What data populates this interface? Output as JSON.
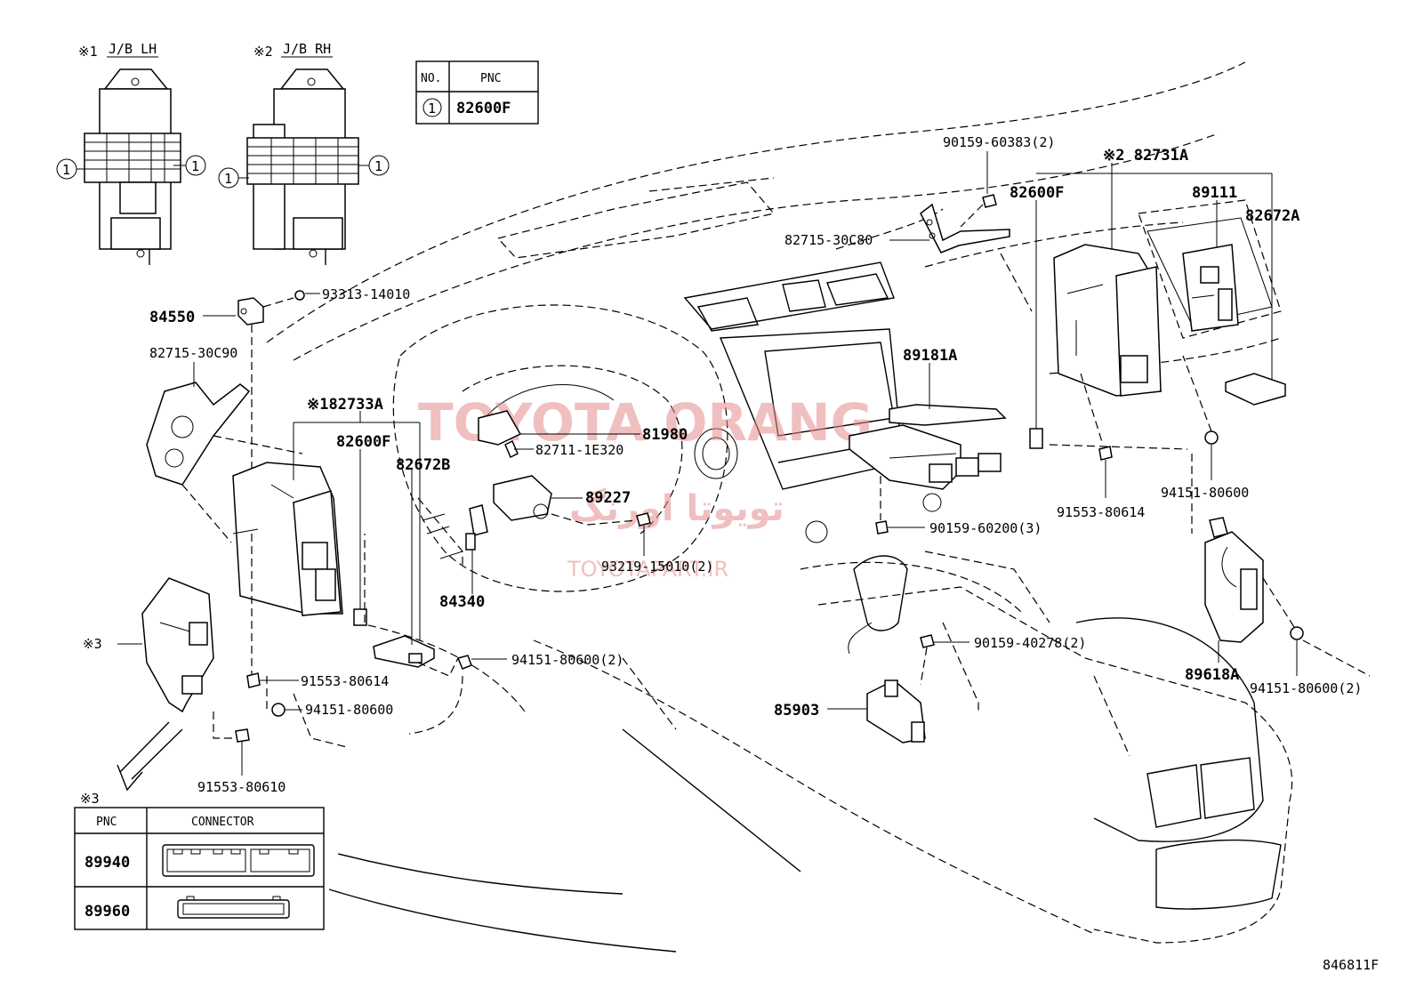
{
  "jb_left": {
    "mark": "※1",
    "title": "J/B LH",
    "callout_left": "1",
    "callout_right": "1"
  },
  "jb_right": {
    "mark": "※2",
    "title": "J/B RH",
    "callout_left": "1",
    "callout_right": "1"
  },
  "legend_table": {
    "col_no": "NO.",
    "col_pnc": "PNC",
    "row_no": "1",
    "row_pnc": "82600F"
  },
  "labels": {
    "p90159_60383": "90159-60383(2)",
    "p82731a": "※2 82731A",
    "p82600f_r": "82600F",
    "p89111": "89111",
    "p82672a": "82672A",
    "p82715_30c80": "82715-30C80",
    "p93313_14010": "93313-14010",
    "p84550": "84550",
    "p82715_30c90": "82715-30C90",
    "p82733a": "※182733A",
    "p82600f_l": "82600F",
    "p82672b": "82672B",
    "p82711_1e320": "82711-1E320",
    "p81980": "81980",
    "p89227": "89227",
    "p89181a": "89181A",
    "p90159_60200": "90159-60200(3)",
    "p91553_80614_r": "91553-80614",
    "p94151_80600_r": "94151-80600",
    "p93219_15010": "93219-15010(2)",
    "p84340": "84340",
    "p94151_80600_2": "94151-80600(2)",
    "p91553_80614_l": "91553-80614",
    "p94151_80600_l": "94151-80600",
    "p91553_80610": "91553-80610",
    "p90159_40278": "90159-40278(2)",
    "p85903": "85903",
    "p89618a": "89618A",
    "p94151_80600_rr": "94151-80600(2)",
    "mark3": "※3"
  },
  "connector_table": {
    "mark": "※3",
    "col_pnc": "PNC",
    "col_connector": "CONNECTOR",
    "rows": [
      {
        "pnc": "89940"
      },
      {
        "pnc": "89960"
      }
    ]
  },
  "watermark": {
    "brand": "TOYOTA ORANG",
    "persian": "تویوتا اورنگ",
    "url": "TOYOTAPART.IR"
  },
  "figure_id": "846811F"
}
